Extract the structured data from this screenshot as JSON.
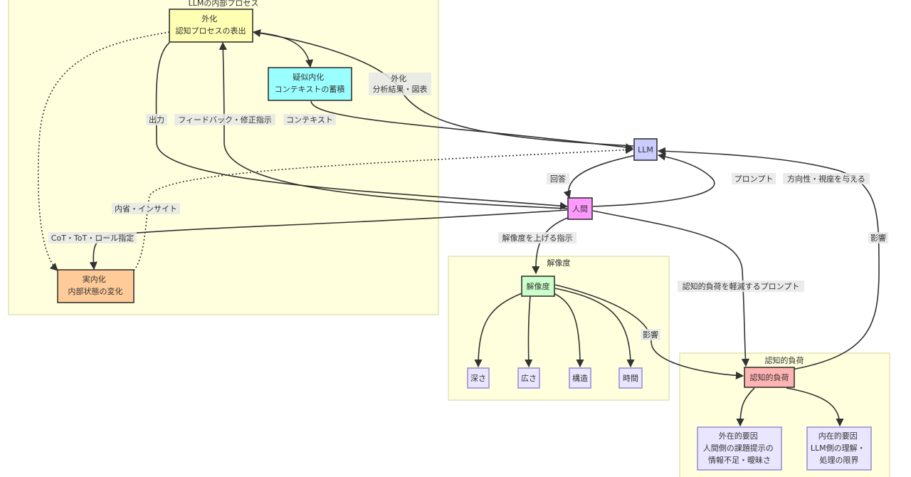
{
  "clusters": {
    "llm_process": "LLMの内部プロセス",
    "resolution": "解像度",
    "cognitive_load": "認知的負荷"
  },
  "nodes": {
    "externalize": [
      "外化",
      "認知プロセスの表出"
    ],
    "pseudo_internalize": [
      "疑似内化",
      "コンテキストの蓄積"
    ],
    "real_internalize": [
      "実内化",
      "内部状態の変化"
    ],
    "llm": [
      "LLM"
    ],
    "human": [
      "人間"
    ],
    "resolution": [
      "解像度"
    ],
    "depth": [
      "深さ"
    ],
    "breadth": [
      "広さ"
    ],
    "structure": [
      "構造"
    ],
    "time": [
      "時間"
    ],
    "cognitive_load": [
      "認知的負荷"
    ],
    "extrinsic": [
      "外在的要因",
      "人間側の課題提示の",
      "情報不足・曖昧さ"
    ],
    "intrinsic": [
      "内在的要因",
      "LLM側の理解・",
      "処理の限界"
    ]
  },
  "edge_labels": {
    "externalize_llm": [
      "外化",
      "分析結果・図表"
    ],
    "output": [
      "出力"
    ],
    "feedback": [
      "フィードバック・修正指示"
    ],
    "context": [
      "コンテキスト"
    ],
    "answer": [
      "回答"
    ],
    "prompt": [
      "プロンプト"
    ],
    "direction": [
      "方向性・視座を与える"
    ],
    "introspection": [
      "内省・インサイト"
    ],
    "cot": [
      "CoT・ToT・ロール指定"
    ],
    "raise_resolution": [
      "解像度を上げる指示"
    ],
    "reduce_load_prompt": [
      "認知的負荷を軽減するプロンプト"
    ],
    "influence_res": [
      "影響"
    ],
    "influence_load": [
      "影響"
    ]
  },
  "colors": {
    "cluster_fill": "#ffffde",
    "externalize": "#ffffb3",
    "pseudo_internalize": "#99ffff",
    "real_internalize": "#ffcc99",
    "llm": "#ccccff",
    "human": "#ff99ff",
    "resolution": "#ccffcc",
    "cognitive_load": "#ffb3b3",
    "leaf": "#eae6ff"
  }
}
